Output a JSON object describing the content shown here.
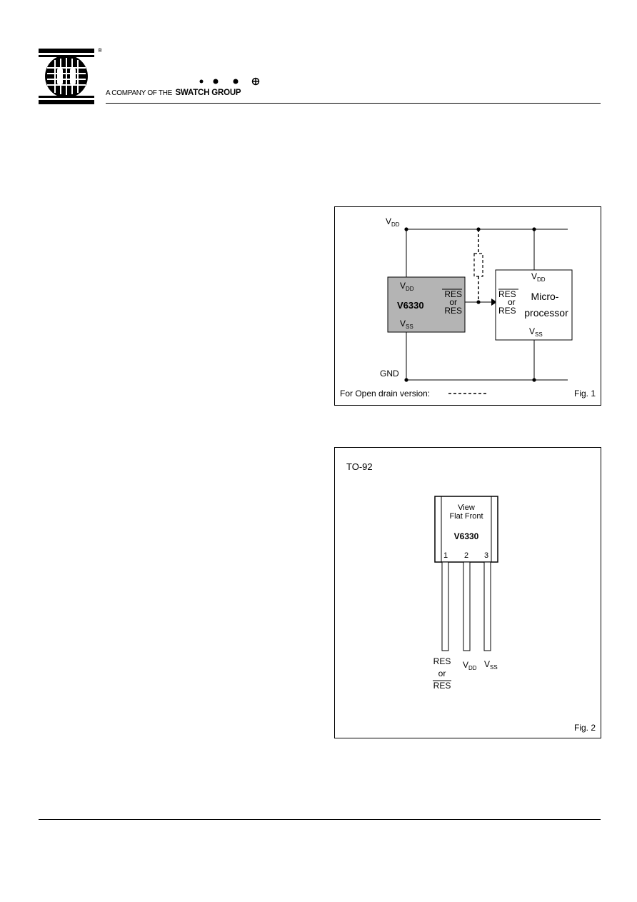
{
  "header": {
    "registered_mark": "®",
    "tagline_prefix": "A COMPANY OF THE",
    "tagline_brand": "SWATCH GROUP"
  },
  "fig1": {
    "vdd_rail_label": "V",
    "vdd_rail_sub": "DD",
    "gnd_label": "GND",
    "chip": {
      "vdd_label": "V",
      "vdd_sub": "DD",
      "name": "V6330",
      "vss_label": "V",
      "vss_sub": "SS",
      "out_line1": "RES",
      "out_line2": "or",
      "out_line3": "RES"
    },
    "micro": {
      "vdd_label": "V",
      "vdd_sub": "DD",
      "in_line1": "RES",
      "in_line2": "or",
      "in_line3": "RES",
      "name_line1": "Micro-",
      "name_line2": "processor",
      "vss_label": "V",
      "vss_sub": "SS"
    },
    "footnote": "For Open drain version:",
    "caption": "Fig. 1"
  },
  "fig2": {
    "package": "TO-92",
    "body_line1": "View",
    "body_line2": "Flat Front",
    "body_name": "V6330",
    "pin_numbers": [
      "1",
      "2",
      "3"
    ],
    "pin1_line1": "RES",
    "pin1_line2": "or",
    "pin1_line3": "RES",
    "pin2_label": "V",
    "pin2_sub": "DD",
    "pin3_label": "V",
    "pin3_sub": "SS",
    "caption": "Fig. 2"
  },
  "colors": {
    "chip_fill": "#b4b4b4",
    "line": "#000000"
  }
}
